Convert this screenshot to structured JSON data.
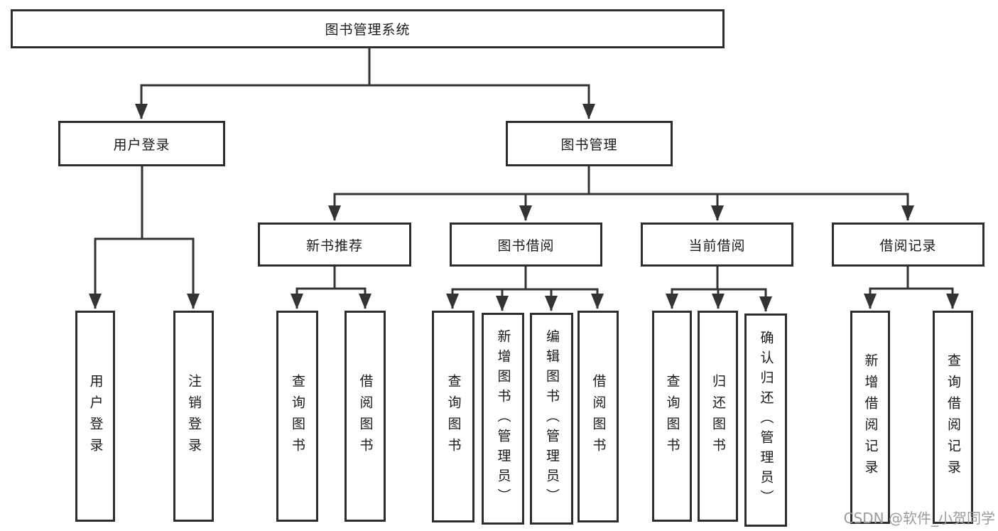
{
  "diagram": {
    "root": {
      "label": "图书管理系统"
    },
    "level2": [
      {
        "label": "用户登录"
      },
      {
        "label": "图书管理"
      }
    ],
    "level3": [
      {
        "label": "新书推荐"
      },
      {
        "label": "图书借阅"
      },
      {
        "label": "当前借阅"
      },
      {
        "label": "借阅记录"
      }
    ],
    "leaves": {
      "user_login_group": [
        {
          "label": "用户登录"
        },
        {
          "label": "注销登录"
        }
      ],
      "new_book_group": [
        {
          "label": "查询图书"
        },
        {
          "label": "借阅图书"
        }
      ],
      "book_borrow_group": [
        {
          "label": "查询图书"
        },
        {
          "label": "新增图书（管理员）"
        },
        {
          "label": "编辑图书（管理员）"
        },
        {
          "label": "借阅图书"
        }
      ],
      "current_borrow_group": [
        {
          "label": "查询图书"
        },
        {
          "label": "归还图书"
        },
        {
          "label": "确认归还（管理员）"
        }
      ],
      "record_group": [
        {
          "label": "新增借阅记录"
        },
        {
          "label": "查询借阅记录"
        }
      ]
    }
  },
  "watermark": {
    "text": "CSDN @软件_小贺同学"
  },
  "colors": {
    "line": "#333333",
    "box_border": "#2d2d2d",
    "text": "#1a1a1a",
    "watermark_text": "#9b9b9b",
    "background": "#ffffff"
  }
}
